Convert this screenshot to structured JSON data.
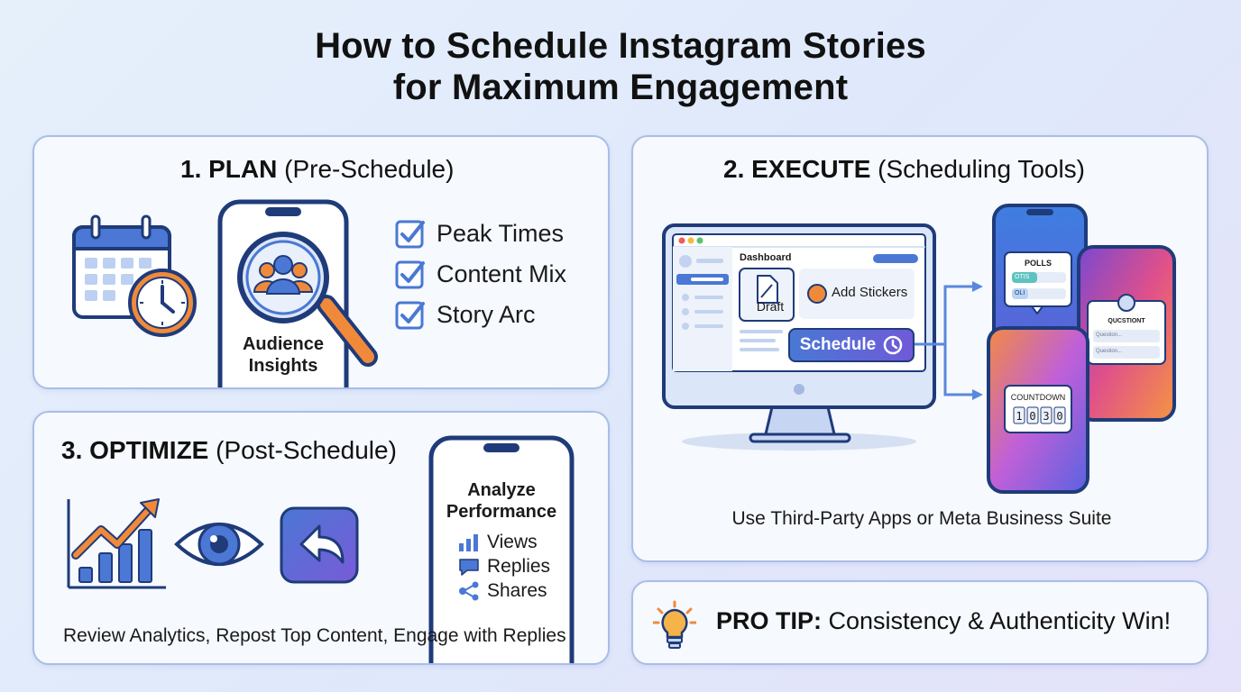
{
  "title_line1": "How to Schedule Instagram Stories",
  "title_line2": "for Maximum Engagement",
  "plan": {
    "heading_bold": "1. PLAN",
    "heading_rest": " (Pre-Schedule)",
    "phone_label_line1": "Audience",
    "phone_label_line2": "Insights",
    "checklist": [
      "Peak Times",
      "Content Mix",
      "Story Arc"
    ]
  },
  "execute": {
    "heading_bold": "2. EXECUTE",
    "heading_rest": " (Scheduling Tools)",
    "dashboard_label": "Dashboard",
    "draft_label": "Draft",
    "stickers_label": "Add Stickers",
    "schedule_label": "Schedule",
    "polls_label": "POLLS",
    "poll_option1": "OTIS",
    "poll_option2": "OLI",
    "question_label": "QUCSTIONT",
    "question_field1": "Question...",
    "question_field2": "Question...",
    "countdown_label": "COUNTDOWN",
    "countdown_digits": [
      "1",
      "0",
      "3",
      "0"
    ],
    "caption": "Use Third-Party Apps or Meta Business Suite"
  },
  "optimize": {
    "heading_bold": "3. OPTIMIZE",
    "heading_rest": " (Post-Schedule)",
    "phone_title_line1": "Analyze",
    "phone_title_line2": "Performance",
    "metrics": [
      "Views",
      "Replies",
      "Shares"
    ],
    "caption": "Review Analytics, Repost Top Content, Engage with Replies"
  },
  "tip": {
    "bold": "PRO TIP:",
    "rest": " Consistency & Authenticity Win!"
  },
  "colors": {
    "accent_blue": "#4a78d4",
    "accent_purple": "#6f5ad8",
    "accent_orange": "#f08a3a",
    "border": "#a9bde8"
  }
}
